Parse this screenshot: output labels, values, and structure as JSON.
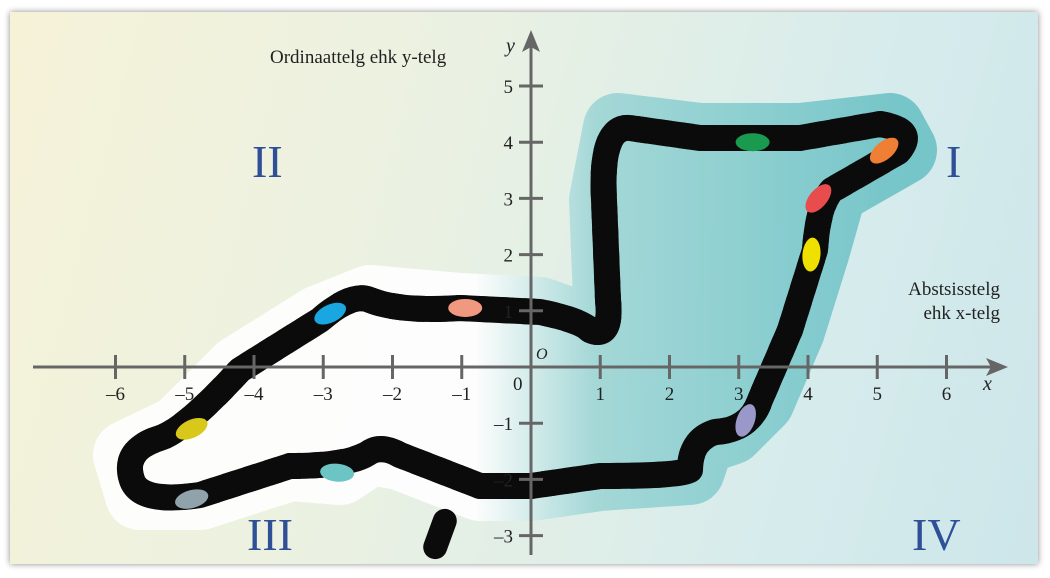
{
  "labels": {
    "y_axis_desc": "Ordinaattelg ehk y-telg",
    "x_axis_desc_line1": "Abstsisstelg",
    "x_axis_desc_line2": "ehk x-telg",
    "x_axis": "x",
    "y_axis": "y",
    "origin": "O",
    "zero": "0"
  },
  "quadrants": {
    "I": "I",
    "II": "II",
    "III": "III",
    "IV": "IV"
  },
  "x_ticks": [
    "–6",
    "–5",
    "–4",
    "–3",
    "–2",
    "–1",
    "1",
    "2",
    "3",
    "4",
    "5",
    "6"
  ],
  "x_tick_values": [
    -6,
    -5,
    -4,
    -3,
    -2,
    -1,
    1,
    2,
    3,
    4,
    5,
    6
  ],
  "y_ticks": [
    "–3",
    "–2",
    "–1",
    "1",
    "2",
    "3",
    "4",
    "5"
  ],
  "y_tick_values": [
    -3,
    -2,
    -1,
    1,
    2,
    3,
    4,
    5
  ],
  "cars": [
    {
      "color": "#1a9a4e",
      "x": 3.2,
      "y": 4.0,
      "rot": 0
    },
    {
      "color": "#f07f36",
      "x": 5.1,
      "y": 3.85,
      "rot": -40
    },
    {
      "color": "#e84c4c",
      "x": 4.15,
      "y": 3.0,
      "rot": -50
    },
    {
      "color": "#f0e000",
      "x": 4.05,
      "y": 2.0,
      "rot": -85
    },
    {
      "color": "#9a98c8",
      "x": 3.1,
      "y": -0.95,
      "rot": -70
    },
    {
      "color": "#f09880",
      "x": -0.95,
      "y": 1.05,
      "rot": 0
    },
    {
      "color": "#1aa6e0",
      "x": -2.9,
      "y": 0.95,
      "rot": -25
    },
    {
      "color": "#d8c81a",
      "x": -4.9,
      "y": -1.1,
      "rot": -25
    },
    {
      "color": "#6cc4c4",
      "x": -2.8,
      "y": -1.88,
      "rot": 5
    },
    {
      "color": "#90a2aa",
      "x": -4.9,
      "y": -2.35,
      "rot": -15
    }
  ]
}
